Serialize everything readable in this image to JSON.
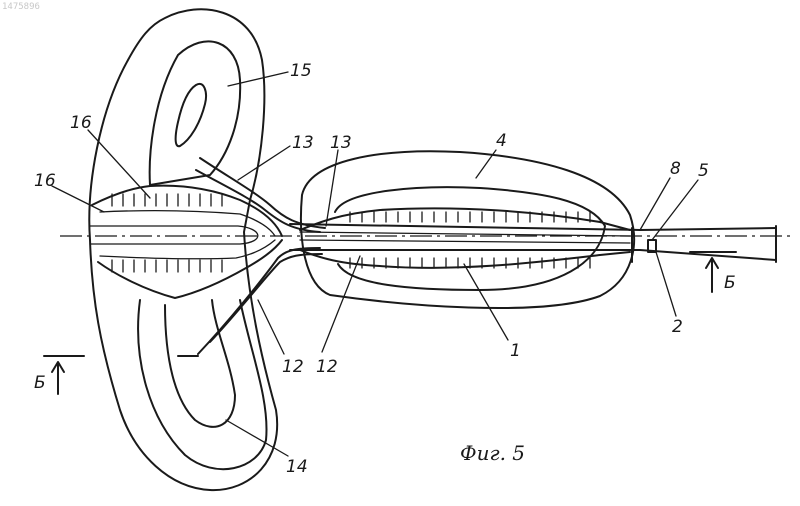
{
  "watermark": "1475896",
  "caption": "Фиг. 5",
  "section_mark_left": "Б",
  "section_mark_right": "Б",
  "labels": {
    "l1": "1",
    "l2": "2",
    "l4": "4",
    "l5": "5",
    "l8": "8",
    "l12a": "12",
    "l12b": "12",
    "l13a": "13",
    "l13b": "13",
    "l14": "14",
    "l15": "15",
    "l16a": "16",
    "l16b": "16"
  }
}
